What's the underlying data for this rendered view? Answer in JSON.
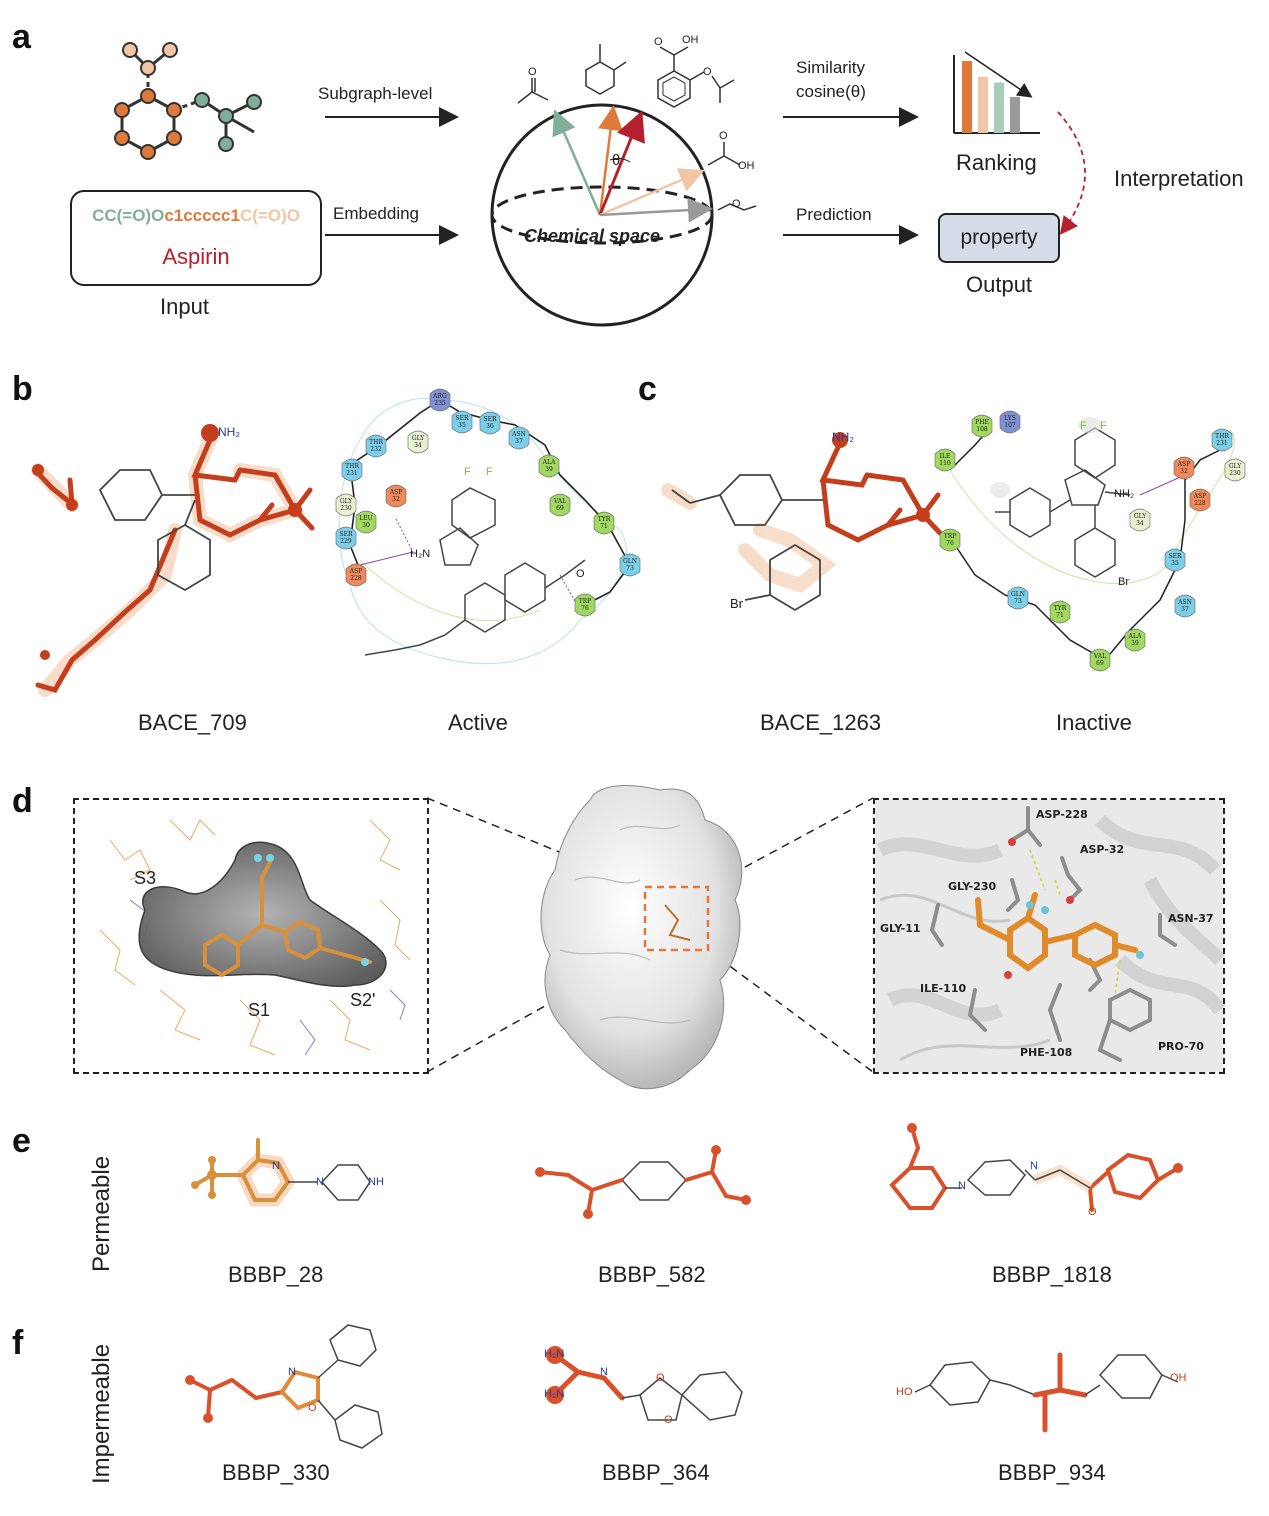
{
  "panel_a": {
    "label": "a",
    "smiles_parts": [
      {
        "text": "CC(=O)O",
        "color": "#7fae9a"
      },
      {
        "text": "c1ccccc1",
        "color": "#e07a3a"
      },
      {
        "text": "C(=O)O",
        "color": "#f2c6a5"
      }
    ],
    "molecule_name": "Aspirin",
    "input_label": "Input",
    "arrow_top_label": "Subgraph-level",
    "arrow_bottom_label": "Embedding",
    "sphere_label": "Chemical space",
    "theta": "θ",
    "similarity_line1": "Similarity",
    "similarity_line2": "cosine(θ)",
    "prediction_label": "Prediction",
    "ranking_label": "Ranking",
    "interpretation_label": "Interpretation",
    "property_label": "property",
    "output_label": "Output",
    "fragment_text": {
      "oh1": "OH",
      "o1": "O",
      "o2": "O",
      "o3": "O",
      "o4": "O",
      "oh2": "OH",
      "o5": "O"
    },
    "ranking_bars": [
      {
        "color": "#e07a3a",
        "value": 1.0
      },
      {
        "color": "#f2c6a5",
        "value": 0.78
      },
      {
        "color": "#a8cdb8",
        "value": 0.7
      },
      {
        "color": "#999999",
        "value": 0.5
      }
    ],
    "vector_colors": [
      "#7fae9a",
      "#e07a3a",
      "#b5202e",
      "#f2c6a5",
      "#999999"
    ]
  },
  "panel_b": {
    "label": "b",
    "molecule_caption": "BACE_709",
    "interaction_caption": "Active",
    "atoms": {
      "nh2": "NH₂",
      "o": "O",
      "f1": "F",
      "f2": "F",
      "h2n": "H₂N"
    },
    "residues": [
      {
        "name": "ARG",
        "num": "235",
        "color": "#8090d0"
      },
      {
        "name": "THR",
        "num": "232",
        "color": "#7ccfe8"
      },
      {
        "name": "GLY",
        "num": "34",
        "color": "#e8f0d0"
      },
      {
        "name": "SER",
        "num": "35",
        "color": "#7ccfe8"
      },
      {
        "name": "SER",
        "num": "36",
        "color": "#7ccfe8"
      },
      {
        "name": "ASN",
        "num": "37",
        "color": "#7ccfe8"
      },
      {
        "name": "THR",
        "num": "231",
        "color": "#7ccfe8"
      },
      {
        "name": "GLY",
        "num": "230",
        "color": "#e8f0d0"
      },
      {
        "name": "ASP",
        "num": "32",
        "color": "#f08a5a"
      },
      {
        "name": "ALA",
        "num": "39",
        "color": "#a0d860"
      },
      {
        "name": "VAL",
        "num": "69",
        "color": "#a0d860"
      },
      {
        "name": "SER",
        "num": "229",
        "color": "#7ccfe8"
      },
      {
        "name": "LEU",
        "num": "30",
        "color": "#a0d860"
      },
      {
        "name": "TYR",
        "num": "71",
        "color": "#a0d860"
      },
      {
        "name": "ASP",
        "num": "228",
        "color": "#f08a5a"
      },
      {
        "name": "GLN",
        "num": "73",
        "color": "#7ccfe8"
      },
      {
        "name": "TRP",
        "num": "76",
        "color": "#a0d860"
      }
    ]
  },
  "panel_c": {
    "label": "c",
    "molecule_caption": "BACE_1263",
    "interaction_caption": "Inactive",
    "atoms": {
      "nh2": "NH₂",
      "br": "Br",
      "f1": "F",
      "f2": "F",
      "nh2b": "NH₂",
      "br2": "Br"
    },
    "residues": [
      {
        "name": "PHE",
        "num": "108",
        "color": "#a0d860"
      },
      {
        "name": "LYS",
        "num": "107",
        "color": "#8090d0"
      },
      {
        "name": "ILE",
        "num": "110",
        "color": "#a0d860"
      },
      {
        "name": "THR",
        "num": "231",
        "color": "#7ccfe8"
      },
      {
        "name": "ASP",
        "num": "32",
        "color": "#f08a5a"
      },
      {
        "name": "GLY",
        "num": "230",
        "color": "#e8f0d0"
      },
      {
        "name": "GLY",
        "num": "34",
        "color": "#e8f0d0"
      },
      {
        "name": "ASP",
        "num": "228",
        "color": "#f08a5a"
      },
      {
        "name": "TRP",
        "num": "76",
        "color": "#a0d860"
      },
      {
        "name": "SER",
        "num": "35",
        "color": "#7ccfe8"
      },
      {
        "name": "GLN",
        "num": "73",
        "color": "#7ccfe8"
      },
      {
        "name": "TYR",
        "num": "71",
        "color": "#a0d860"
      },
      {
        "name": "ASN",
        "num": "37",
        "color": "#7ccfe8"
      },
      {
        "name": "VAL",
        "num": "69",
        "color": "#a0d860"
      },
      {
        "name": "ALA",
        "num": "39",
        "color": "#a0d860"
      }
    ]
  },
  "panel_d": {
    "label": "d",
    "pocket_labels": {
      "s3": "S3",
      "s1": "S1",
      "s2": "S2'"
    },
    "residue_labels": {
      "asp228": "ASP-228",
      "asp32": "ASP-32",
      "gly230": "GLY-230",
      "gly11": "GLY-11",
      "asn37": "ASN-37",
      "ile110": "ILE-110",
      "phe108": "PHE-108",
      "pro70": "PRO-70"
    }
  },
  "panel_e": {
    "label": "e",
    "row_label": "Permeable",
    "captions": [
      "BBBP_28",
      "BBBP_582",
      "BBBP_1818"
    ],
    "atoms": {
      "n1": "N",
      "n2": "N",
      "nh": "NH",
      "n3": "N",
      "n4": "N",
      "o1": "O"
    }
  },
  "panel_f": {
    "label": "f",
    "row_label": "Impermeable",
    "captions": [
      "BBBP_330",
      "BBBP_364",
      "BBBP_934"
    ],
    "atoms": {
      "n1": "N",
      "o1": "O",
      "h2n1": "H₂N",
      "h2n2": "H₂N",
      "n2": "N",
      "o2": "O",
      "o3": "O",
      "ho": "HO",
      "oh": "OH"
    }
  }
}
